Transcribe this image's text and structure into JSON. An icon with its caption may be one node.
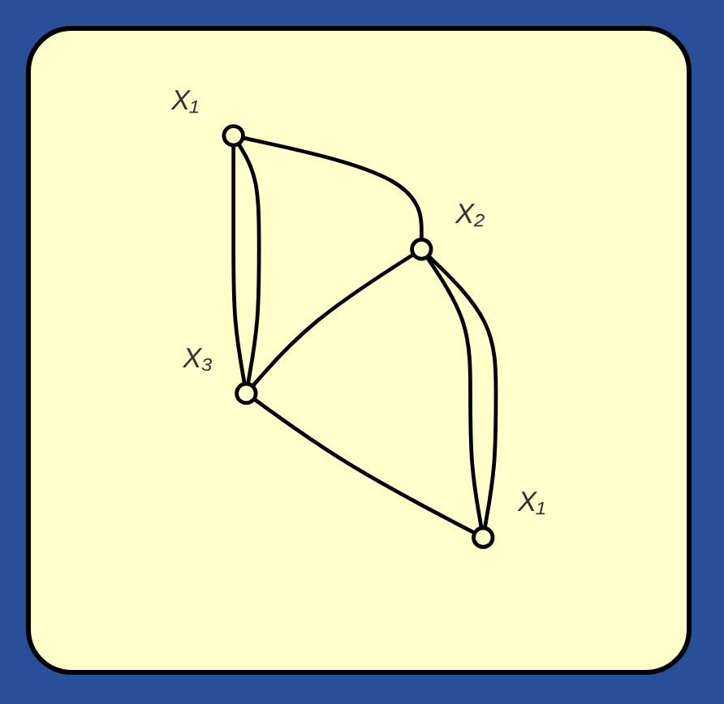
{
  "diagram": {
    "nodes": [
      {
        "text": [],
        "shape": "circle",
        "beside": [
          "X₁"
        ]
      },
      {
        "text": [],
        "shape": "circle",
        "beside": [
          "X₃"
        ]
      },
      {
        "text": [],
        "shape": "circle",
        "beside": [
          "X₂"
        ]
      },
      {
        "text": [],
        "shape": "circle",
        "beside": [
          "X₁"
        ]
      }
    ],
    "edges": [
      {
        "from": 0,
        "to": 1,
        "arrow": "none"
      },
      {
        "from": 0,
        "to": 1,
        "arrow": "none"
      },
      {
        "from": 0,
        "to": 2,
        "arrow": "none"
      },
      {
        "from": 1,
        "to": 3,
        "arrow": "none"
      },
      {
        "from": 2,
        "to": 1,
        "arrow": "none"
      },
      {
        "from": 2,
        "to": 3,
        "arrow": "none"
      },
      {
        "from": 2,
        "to": 3,
        "arrow": "none"
      }
    ]
  }
}
